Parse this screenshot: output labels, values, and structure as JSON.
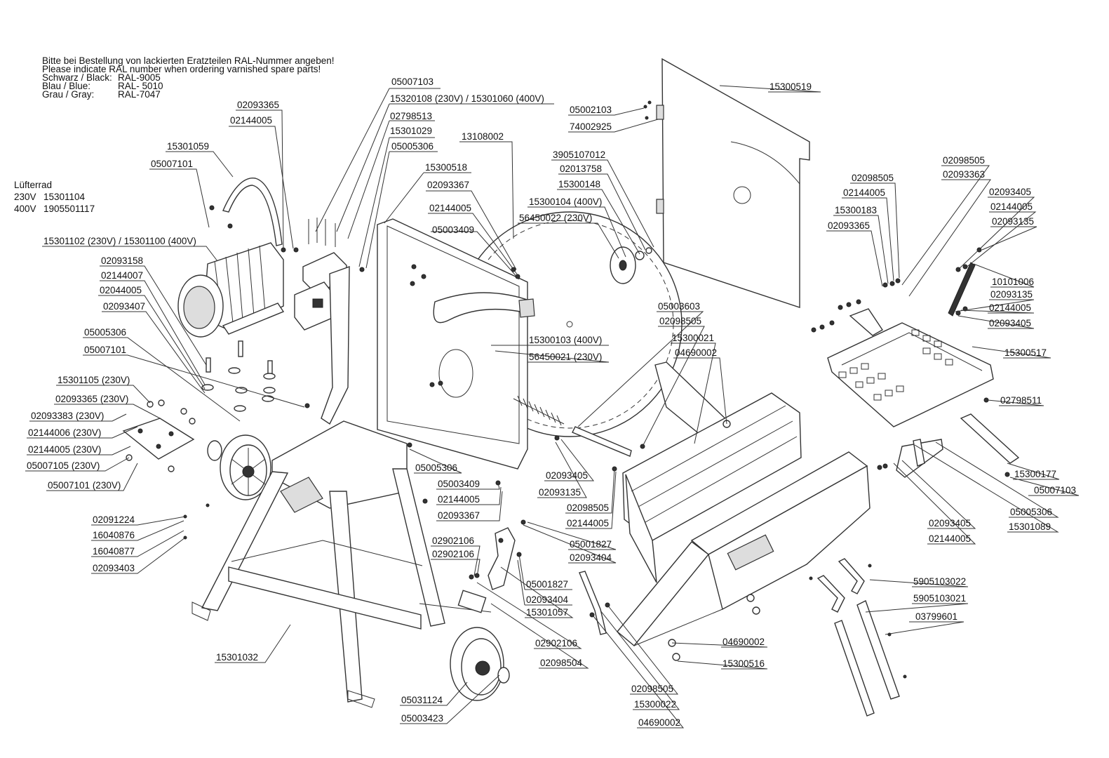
{
  "notes": {
    "line1": "Bitte bei Bestellung von lackierten Eratzteilen RAL-Nummer angeben!",
    "line2": "Please indicate RAL number when ordering varnished spare parts!",
    "colors": [
      {
        "name": "Schwarz / Black:",
        "ral": "RAL-9005"
      },
      {
        "name": "Blau / Blue:",
        "ral": "RAL- 5010"
      },
      {
        "name": "Grau / Gray:",
        "ral": "RAL-7047"
      }
    ]
  },
  "fan": {
    "title": "Lüfterrad",
    "rows": [
      {
        "voltage": "230V",
        "part": "15301104"
      },
      {
        "voltage": "400V",
        "part": "1905501117"
      }
    ]
  },
  "labels": [
    "05007103",
    "15320108 (230V)  / 15301060 (400V)",
    "02798513",
    "15301029",
    "05005306",
    "13108002",
    "15300518",
    "02093367",
    "02144005",
    "05003409",
    "02093365",
    "02144005",
    "15301059",
    "05007101",
    "15301102 (230V)  / 15301100 (400V)",
    "02093158",
    "02144007",
    "02044005",
    "02093407",
    "05005306",
    "05007101",
    "15301105 (230V)",
    "02093365 (230V)",
    "02093383 (230V)",
    "02144006 (230V)",
    "02144005 (230V)",
    "05007105 (230V)",
    "05007101 (230V)",
    "02091224",
    "16040876",
    "16040877",
    "02093403",
    "15301032",
    "05005306",
    "05003409",
    "02144005",
    "02093367",
    "02902106",
    "02902106",
    "05001827",
    "02093404",
    "15301057",
    "02902106",
    "02098504",
    "05031124",
    "05003423",
    "05001827",
    "02093404",
    "02093405",
    "02093135",
    "02098505",
    "02144005",
    "15300103 (400V)",
    "56450021 (230V)",
    "3905107012",
    "02013758",
    "15300148",
    "15300104 (400V)",
    "56450022 (230V)",
    "05002103",
    "74002925",
    "15300519",
    "05003603",
    "02098505",
    "15300021",
    "04690002",
    "04690002",
    "15300516",
    "02098505",
    "15300022",
    "04690002",
    "02098505",
    "02144005",
    "15300183",
    "02093365",
    "02098505",
    "02093363",
    "02093405",
    "02144005",
    "02093135",
    "10101006",
    "02093135",
    "02144005",
    "02093405",
    "15300517",
    "02798511",
    "15300177",
    "05007103",
    "05005306",
    "15301089",
    "02093405",
    "02144005",
    "5905103022",
    "5905103021",
    "03799601"
  ]
}
